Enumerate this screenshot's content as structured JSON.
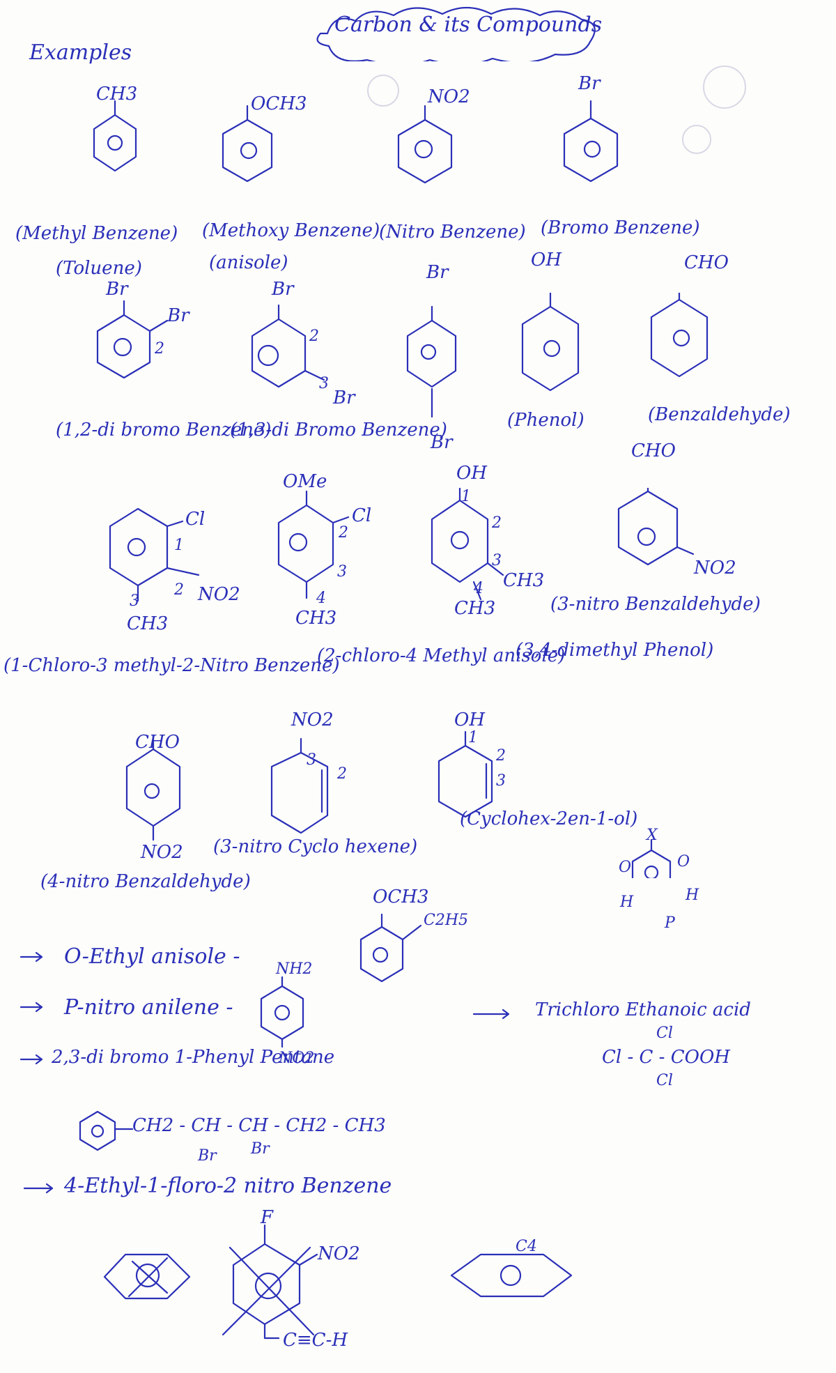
{
  "title": "Carbon & its Compounds",
  "examples_heading": "Examples",
  "compounds": [
    {
      "substituent": "CH3",
      "name": "(Methyl Benzene)",
      "alt": "(Toluene)"
    },
    {
      "substituent": "OCH3",
      "name": "(Methoxy Benzene)",
      "alt": "(anisole)"
    },
    {
      "substituent": "NO2",
      "name": "(Nitro Benzene)"
    },
    {
      "substituent": "Br",
      "name": "(Bromo Benzene)"
    },
    {
      "substituents": [
        "Br",
        "Br"
      ],
      "locants": [
        "2"
      ],
      "name": "(1,2-di bromo Benzene)"
    },
    {
      "substituents": [
        "Br",
        "Br"
      ],
      "locants": [
        "2",
        "3"
      ],
      "name": "(1,3-di Bromo Benzene)"
    },
    {
      "substituents": [
        "Br",
        "Br"
      ]
    },
    {
      "substituent": "OH",
      "name": "(Phenol)"
    },
    {
      "substituent": "CHO",
      "name": "(Benzaldehyde)"
    },
    {
      "substituents": [
        "Cl",
        "NO2",
        "CH3"
      ],
      "locants": [
        "1",
        "2",
        "3"
      ],
      "name": "(1-Chloro-3 methyl-2-Nitro Benzene)"
    },
    {
      "substituents": [
        "OMe",
        "Cl",
        "CH3"
      ],
      "locants": [
        "2",
        "3",
        "4"
      ],
      "name": "(2-chloro-4 Methyl anisole)"
    },
    {
      "substituents": [
        "OH",
        "CH3",
        "CH3"
      ],
      "locants": [
        "1",
        "2",
        "3",
        "4"
      ],
      "name": "(3,4-dimethyl Phenol)"
    },
    {
      "substituents": [
        "CHO",
        "NO2"
      ],
      "name": "(3-nitro Benzaldehyde)"
    },
    {
      "substituents": [
        "CHO",
        "NO2"
      ],
      "name": "(4-nitro Benzaldehyde)"
    },
    {
      "substituent": "NO2",
      "locants": [
        "3",
        "2"
      ],
      "name": "(3-nitro Cyclo hexene)"
    },
    {
      "substituent": "OH",
      "locants": [
        "1",
        "2",
        "3"
      ],
      "name": "(Cyclohex-2en-1-ol)"
    }
  ],
  "position_diagram": {
    "labels": [
      "X",
      "O",
      "O",
      "H",
      "H",
      "P"
    ]
  },
  "list_items": [
    {
      "text": "O-Ethyl anisole -",
      "structure": [
        "OCH3",
        "C2H5"
      ]
    },
    {
      "text": "P-nitro anilene -",
      "structure": [
        "NH2",
        "NO2"
      ]
    },
    {
      "text": "2,3-di bromo 1-Phenyl Pentane"
    },
    {
      "text": "4-Ethyl-1-floro-2 nitro Benzene"
    }
  ],
  "trichloro": {
    "text": "Trichloro Ethanoic acid",
    "formula": [
      "Cl",
      "Cl - C - COOH",
      "Cl"
    ]
  },
  "pentane_chain": {
    "main": "CH2 - CH - CH - CH2 - CH3",
    "sub1": "Br",
    "sub2": "Br"
  },
  "ethyl_floro": {
    "F": "F",
    "NO2": "NO2",
    "alkyne": "C≡C-H"
  },
  "misc_label": "C4"
}
